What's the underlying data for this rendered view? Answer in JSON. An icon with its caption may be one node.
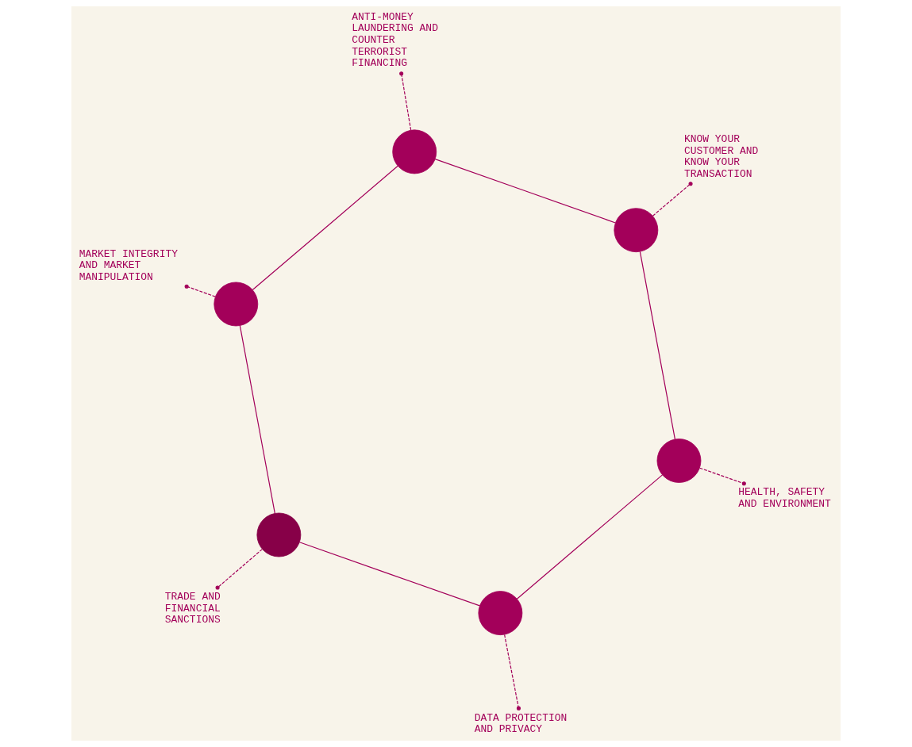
{
  "diagram": {
    "nodes": [
      {
        "text": [],
        "shape": "circle"
      },
      {
        "text": [
          "ANTI-MONEY LAUNDERING AND COUNTER TERRORIST FINANCING"
        ]
      },
      {
        "text": [],
        "shape": "circle"
      },
      {
        "text": [
          "MARKET INTEGRITY AND MARKET MANIPULATION"
        ]
      },
      {
        "text": [
          "KNOW YOUR CUSTOMER AND KNOW YOUR TRANSACTION"
        ]
      },
      {
        "text": [],
        "shape": "circle"
      },
      {
        "text": [
          "TRADE AND FINANCIAL SANCTIONS"
        ]
      },
      {
        "text": [
          "HEALTH, SAFETY AND ENVIRONMENT"
        ]
      },
      {
        "text": [],
        "shape": "circle"
      },
      {
        "text": [],
        "shape": "circle"
      },
      {
        "text": [
          "DATA PROTECTION AND PRIVACY"
        ]
      },
      {
        "text": [],
        "shape": "circle"
      }
    ],
    "edges": [
      {
        "from": 8,
        "to": 2,
        "arrow": "none"
      },
      {
        "from": 2,
        "to": 0,
        "arrow": "none"
      },
      {
        "from": 0,
        "to": 5,
        "arrow": "none"
      },
      {
        "from": 5,
        "to": 9,
        "arrow": "none"
      },
      {
        "from": 9,
        "to": 11,
        "arrow": "none"
      },
      {
        "from": 11,
        "to": 8,
        "arrow": "none"
      },
      {
        "from": 2,
        "to": 3,
        "arrow": "other",
        "style": "dashed"
      },
      {
        "from": 0,
        "to": 1,
        "arrow": "other",
        "style": "dashed"
      },
      {
        "from": 5,
        "to": 4,
        "arrow": "other",
        "style": "dashed"
      },
      {
        "from": 9,
        "to": 7,
        "arrow": "other",
        "style": "dashed"
      },
      {
        "from": 11,
        "to": 10,
        "arrow": "other",
        "style": "dashed"
      },
      {
        "from": 8,
        "to": 6,
        "arrow": "other",
        "style": "dashed"
      }
    ]
  }
}
